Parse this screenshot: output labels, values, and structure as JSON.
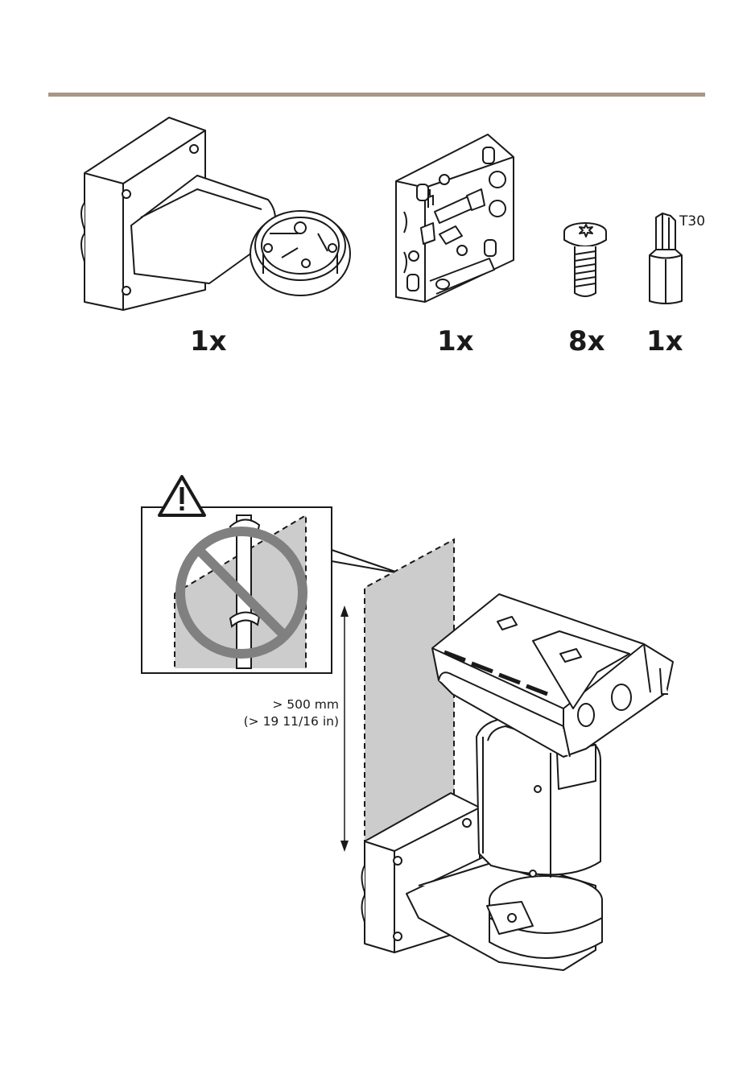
{
  "header": {
    "rule_color": "#a89687"
  },
  "parts": [
    {
      "name": "wall bracket",
      "icon": "wall-bracket-icon",
      "quantity": "1x"
    },
    {
      "name": "mounting plate",
      "icon": "mounting-plate-icon",
      "quantity": "1x"
    },
    {
      "name": "screw",
      "icon": "screw-icon",
      "quantity": "8x"
    },
    {
      "name": "bit",
      "icon": "torx-bit-icon",
      "quantity": "1x",
      "label": "T30"
    }
  ],
  "clearance": {
    "distance_mm": "> 500 mm",
    "distance_in": "(> 19 11/16 in)",
    "warning_icon": "warning-triangle-icon",
    "prohibited_icon": "prohibited-icon"
  },
  "colors": {
    "line": "#1a1a1a",
    "zone_gray": "#cccccc",
    "prohibit_gray": "#808080"
  }
}
